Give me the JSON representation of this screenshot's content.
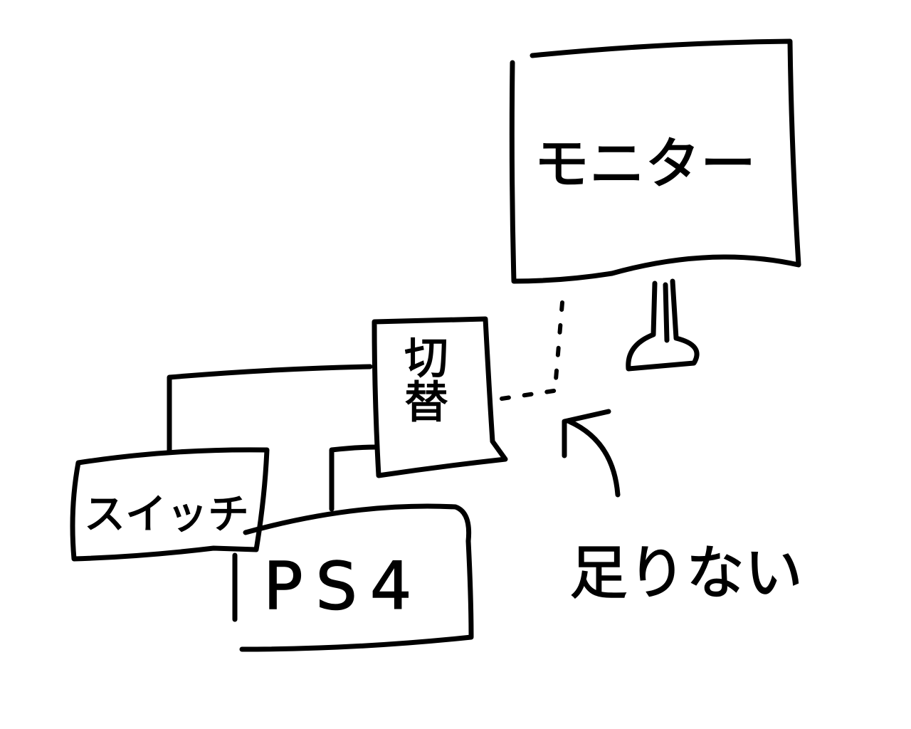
{
  "diagram": {
    "monitor_label": "モニター",
    "switcher_label": "切替",
    "switch_label": "スイッチ",
    "ps4_label": "PS4",
    "annotation": "足りない",
    "stroke_color": "#000000",
    "background": "#ffffff"
  }
}
